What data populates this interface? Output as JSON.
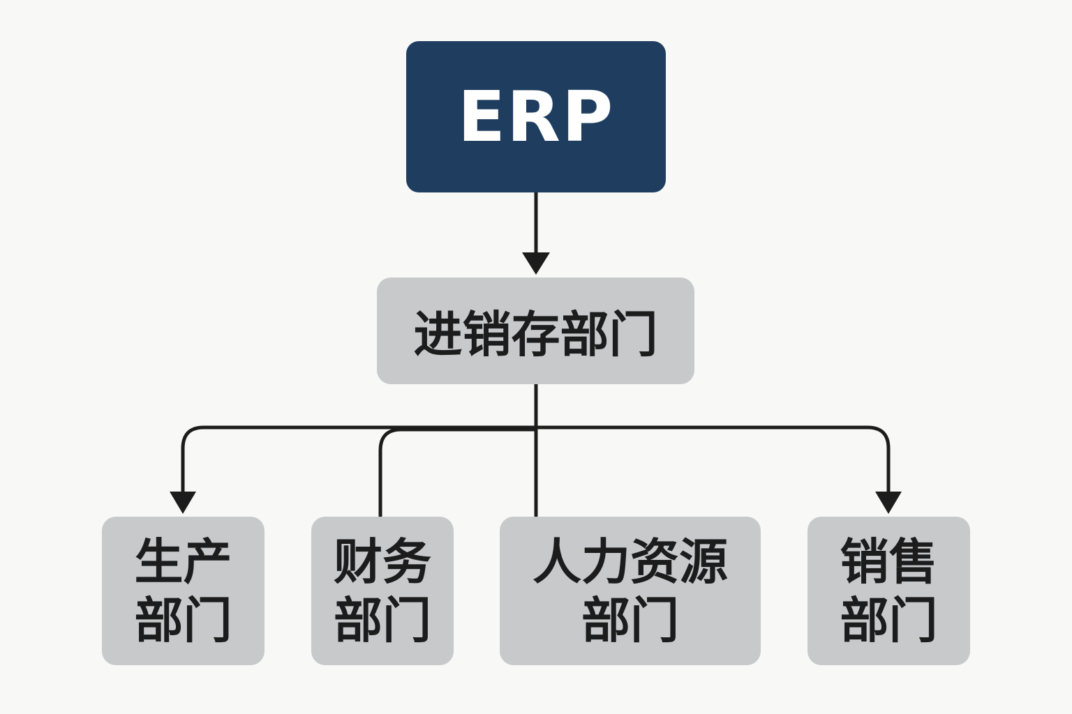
{
  "root": {
    "label": "ERP"
  },
  "middle": {
    "label": "进销存部门"
  },
  "departments": [
    {
      "line1": "生产",
      "line2": "部门"
    },
    {
      "line1": "财务",
      "line2": "部门"
    },
    {
      "line1": "人力资源",
      "line2": "部门"
    },
    {
      "line1": "销售",
      "line2": "部门"
    }
  ],
  "colors": {
    "root_fill": "#1f3e5f",
    "node_fill": "#c7c9cb",
    "connector": "#1c1c1c",
    "background": "#f8f8f6"
  }
}
